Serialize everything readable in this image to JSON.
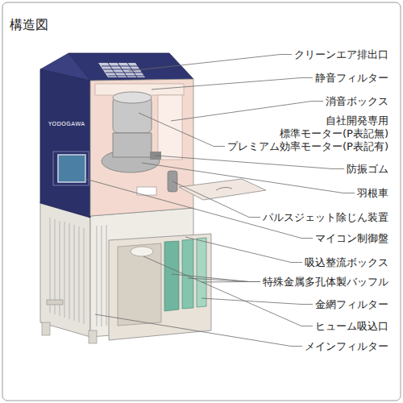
{
  "diagram": {
    "title": "構造図",
    "labels": [
      "クリーンエア排出口",
      "静音フィルター",
      "消音ボックス",
      "自社開発専用",
      "標準モーター(P表記無)",
      "プレミアム効率モーター(P表記有)",
      "防振ゴム",
      "羽根車",
      "パルスジェット除じん装置",
      "マイコン制御盤",
      "吸込整流ボックス",
      "特殊金属多孔体製バッフル",
      "金網フィルター",
      "ヒューム吸込口",
      "メインフィルター",
      "YODOGAWA"
    ]
  }
}
